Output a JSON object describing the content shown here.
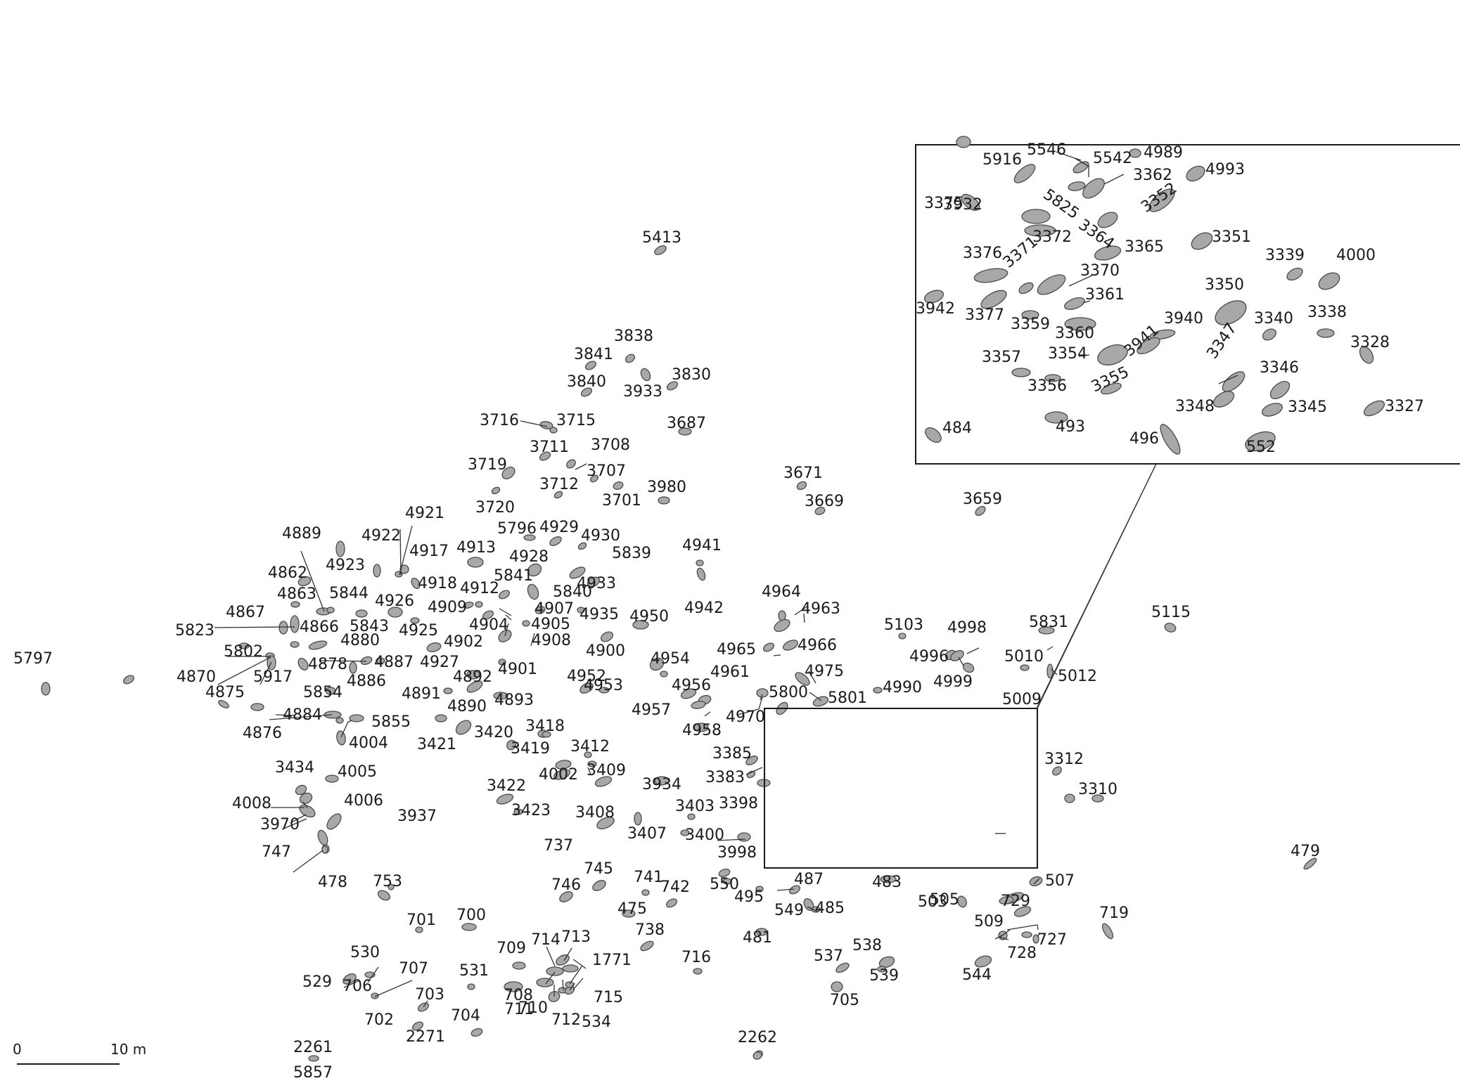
{
  "labels": {
    "main": [
      "5413",
      "3838",
      "3841",
      "3840",
      "3933",
      "3830",
      "3687",
      "3716",
      "3715",
      "3711",
      "3708",
      "3707",
      "3719",
      "3712",
      "3701",
      "3980",
      "3720",
      "3671",
      "3669",
      "3659",
      "5796",
      "4929",
      "4930",
      "5839",
      "4941",
      "4913",
      "4928",
      "4933",
      "4889",
      "4922",
      "4921",
      "4917",
      "4923",
      "4918",
      "4862",
      "4863",
      "5844",
      "4926",
      "4909",
      "4912",
      "5841",
      "5840",
      "4907",
      "4935",
      "4950",
      "4867",
      "5843",
      "4866",
      "4925",
      "4904",
      "4905",
      "4908",
      "4942",
      "4964",
      "4963",
      "5823",
      "4880",
      "4902",
      "4900",
      "4966",
      "4965",
      "4975",
      "5103",
      "4998",
      "5831",
      "5115",
      "5802",
      "4878",
      "4887",
      "4927",
      "4901",
      "4954",
      "4961",
      "4996",
      "4999",
      "5010",
      "5012",
      "4870",
      "5917",
      "4886",
      "4892",
      "4952",
      "4953",
      "4956",
      "4990",
      "5009",
      "4875",
      "5854",
      "4891",
      "4890",
      "4893",
      "4957",
      "5800",
      "5801",
      "4970",
      "4884",
      "5855",
      "4876",
      "4004",
      "3421",
      "3420",
      "3418",
      "3419",
      "4958",
      "3412",
      "3385",
      "3409",
      "3312",
      "3434",
      "4005",
      "4002",
      "3422",
      "3383",
      "3934",
      "3310",
      "4008",
      "4006",
      "3403",
      "3398",
      "3970",
      "3937",
      "3423",
      "3408",
      "3407",
      "3400",
      "479",
      "747",
      "737",
      "3998",
      "478",
      "753",
      "745",
      "746",
      "741",
      "742",
      "550",
      "487",
      "483",
      "495",
      "503",
      "505",
      "507",
      "729",
      "475",
      "549",
      "485",
      "701",
      "700",
      "738",
      "481",
      "509",
      "719",
      "727",
      "728",
      "713",
      "709",
      "714",
      "1771",
      "716",
      "537",
      "538",
      "539",
      "544",
      "530",
      "707",
      "531",
      "529",
      "706",
      "703",
      "708",
      "715",
      "711",
      "710",
      "712",
      "534",
      "705",
      "702",
      "704",
      "2271",
      "2262",
      "2261",
      "5857",
      "5797"
    ],
    "inset": [
      "5546",
      "4989",
      "5916",
      "5542",
      "4993",
      "3362",
      "5825",
      "3375",
      "3932",
      "3364",
      "3352",
      "3372",
      "3365",
      "3351",
      "3376",
      "3371",
      "3339",
      "4000",
      "3370",
      "3350",
      "3361",
      "3942",
      "3377",
      "3359",
      "3940",
      "3340",
      "3338",
      "3360",
      "3328",
      "3357",
      "3354",
      "3941",
      "3347",
      "3356",
      "3346",
      "3355",
      "3348",
      "3345",
      "3327",
      "484",
      "493",
      "496",
      "552"
    ]
  },
  "scale": {
    "start": "0",
    "end": "10 m"
  }
}
